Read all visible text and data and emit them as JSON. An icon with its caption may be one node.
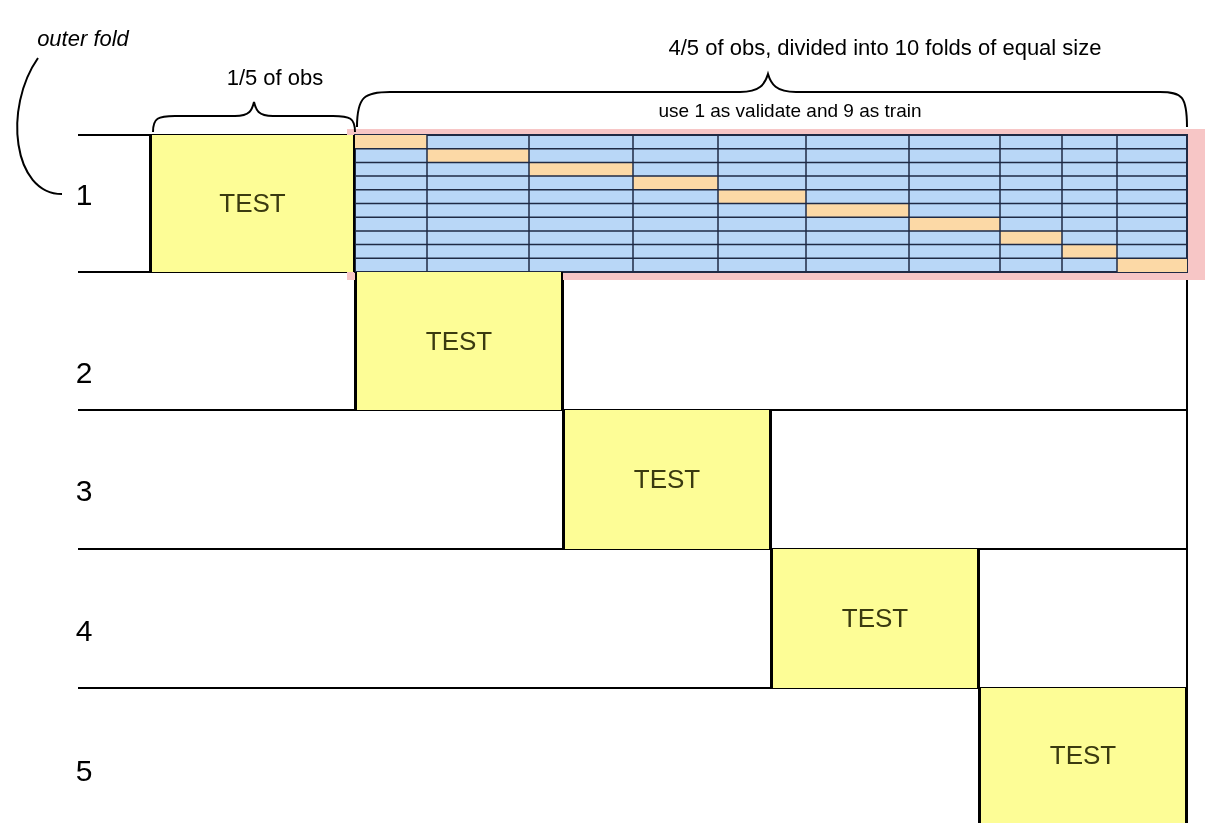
{
  "diagram": {
    "nodes": [
      {
        "text": [
          "outer fold"
        ]
      },
      {
        "text": [
          "1"
        ]
      },
      {
        "text": [
          "TEST"
        ]
      },
      {
        "text": [
          "TEST"
        ]
      },
      {
        "text": [
          "TEST"
        ]
      },
      {
        "text": [
          "TEST"
        ]
      },
      {
        "text": [
          "TEST"
        ]
      }
    ],
    "edges": [
      {
        "from": 0,
        "to": 1,
        "arrow": "none"
      }
    ],
    "labels": [
      "1/5 of obs",
      "4/5 of obs, divided into 10 folds of equal size",
      "use 1 as validate and 9 as train",
      "2",
      "3",
      "4",
      "5"
    ]
  }
}
